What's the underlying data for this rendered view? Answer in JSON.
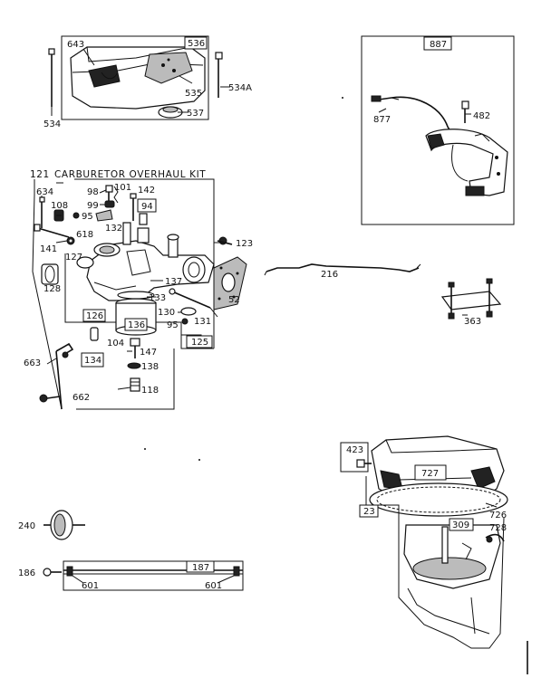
{
  "diagram": {
    "kit_title": "CARBURETOR OVERHAUL KIT",
    "labels": {
      "p643": "643",
      "p536": "536",
      "p535": "535",
      "p534A": "534A",
      "p534": "534",
      "p537": "537",
      "p887": "887",
      "p877": "877",
      "p482": "482",
      "p121": "121",
      "p634": "634",
      "p98": "98",
      "p101": "101",
      "p142": "142",
      "p108": "108",
      "p95a": "95",
      "p99": "99",
      "p94": "94",
      "p132": "132",
      "p141": "141",
      "p618": "618",
      "p127": "127",
      "p128": "128",
      "p123": "123",
      "p137": "137",
      "p133": "133",
      "p52": "52",
      "p126": "126",
      "p130": "130",
      "p136": "136",
      "p95b": "95",
      "p131": "131",
      "p104": "104",
      "p125": "125",
      "p147": "147",
      "p663": "663",
      "p134": "134",
      "p138": "138",
      "p118": "118",
      "p662": "662",
      "p216": "216",
      "p363": "363",
      "p423": "423",
      "p727": "727",
      "p23": "23",
      "p726": "726",
      "p309": "309",
      "p728": "728",
      "p240": "240",
      "p186": "186",
      "p187": "187",
      "p601a": "601",
      "p601b": "601"
    }
  }
}
